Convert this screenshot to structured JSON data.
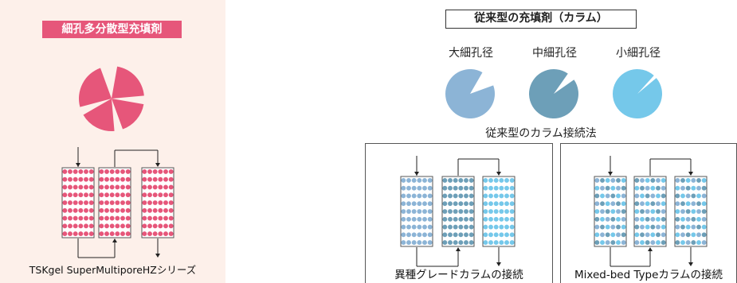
{
  "left": {
    "title": "細孔多分散型充填剤",
    "caption": "TSKgel SuperMultiporeHZシリーズ",
    "color": "#e6567a"
  },
  "right": {
    "title": "従来型の充填剤（カラム）",
    "pores": [
      {
        "label": "大細孔径",
        "color": "#8cb4d6"
      },
      {
        "label": "中細孔径",
        "color": "#6d9fb8"
      },
      {
        "label": "小細孔径",
        "color": "#75c8ea"
      }
    ],
    "method_title": "従来型のカラム接続法",
    "box1_caption": "異種グレードカラムの接続",
    "box2_caption": "Mixed-bed Typeカラムの接続"
  }
}
